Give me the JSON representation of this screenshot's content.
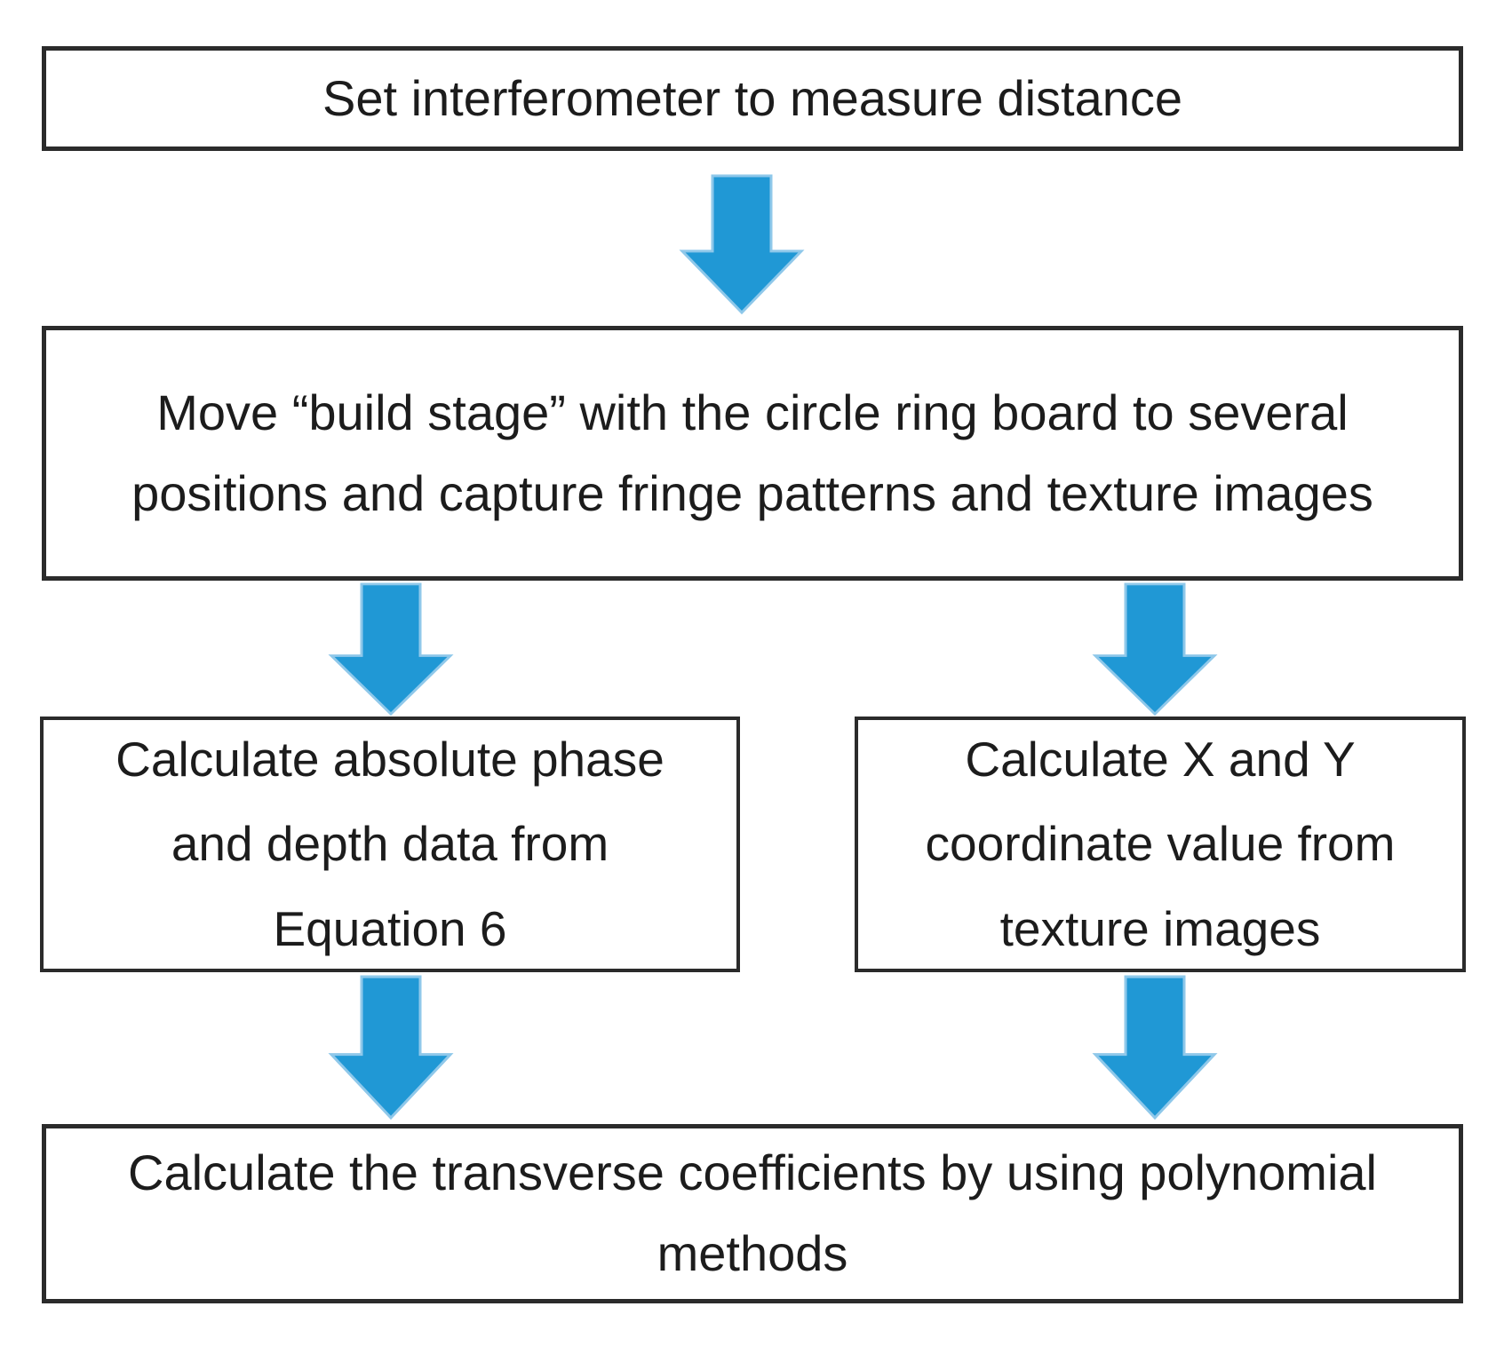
{
  "colors": {
    "background": "#ffffff",
    "box_border": "#2b2b2b",
    "text": "#1c1c1c",
    "arrow_fill": "#2098d5",
    "arrow_edge": "#8fc8ea"
  },
  "diagram": {
    "type": "flowchart",
    "nodes": [
      {
        "id": "set-interferometer",
        "label": "Set interferometer to measure distance"
      },
      {
        "id": "move-build-stage",
        "label": "Move “build stage” with the circle ring board to several positions and capture fringe patterns and texture images"
      },
      {
        "id": "calculate-absolute-phase",
        "label": "Calculate absolute phase and depth data from Equation 6"
      },
      {
        "id": "calculate-xy-coordinate",
        "label": "Calculate X and Y coordinate value from texture images"
      },
      {
        "id": "calculate-transverse-coefficients",
        "label": "Calculate the transverse coefficients by using polynomial methods"
      }
    ],
    "arrows": [
      {
        "icon": "down-block-arrow-icon",
        "from": "set-interferometer",
        "to": "move-build-stage"
      },
      {
        "icon": "down-block-arrow-icon",
        "from": "move-build-stage",
        "to": "calculate-absolute-phase"
      },
      {
        "icon": "down-block-arrow-icon",
        "from": "move-build-stage",
        "to": "calculate-xy-coordinate"
      },
      {
        "icon": "down-block-arrow-icon",
        "from": "calculate-absolute-phase",
        "to": "calculate-transverse-coefficients"
      },
      {
        "icon": "down-block-arrow-icon",
        "from": "calculate-xy-coordinate",
        "to": "calculate-transverse-coefficients"
      }
    ]
  }
}
